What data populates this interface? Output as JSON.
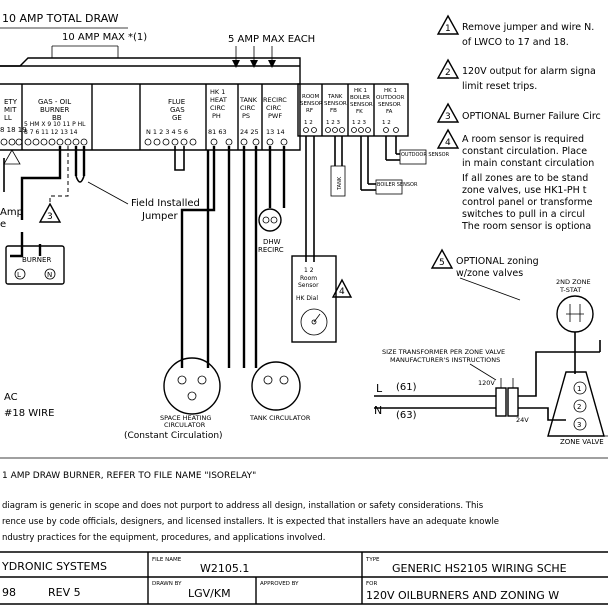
{
  "header": {
    "total_draw": "10 AMP TOTAL DRAW",
    "ten_amp_max": "10 AMP MAX",
    "note_ref": "*(1)",
    "five_amp_max": "5 AMP MAX EACH"
  },
  "modules": {
    "safety": {
      "l1": "ETY",
      "l2": "MIT",
      "l3": "LL",
      "pins": "8 18 19"
    },
    "gas_oil": {
      "l1": "GAS - OIL",
      "l2": "BURNER",
      "l3": "BB",
      "pins": "5 HM X 9 10 11 P HL",
      "pins2": "8 7 6 11 12 13 14"
    },
    "flue": {
      "l1": "FLUE",
      "l2": "GAS",
      "l3": "GE",
      "pins": "N 1 2 3 4 5 6"
    },
    "hk1": {
      "l1": "HK 1",
      "l2": "HEAT",
      "l3": "CIRC",
      "l4": "PH",
      "pins": "81 63"
    },
    "tank": {
      "l1": "TANK",
      "l2": "CIRC",
      "l3": "PS",
      "pins": "24 25"
    },
    "recirc": {
      "l1": "RECIRC",
      "l2": "CIRC",
      "l3": "PWF",
      "pins": "13 14"
    },
    "room_sensor": {
      "l1": "ROOM",
      "l2": "SENSOR",
      "l3": "RF",
      "pins": "1 2"
    },
    "tank_sensor": {
      "l1": "TANK",
      "l2": "SENSOR",
      "l3": "FB",
      "pins": "1 2 3"
    },
    "boiler_sensor": {
      "l1": "HK 1",
      "l2": "BOILER",
      "l3": "SENSOR",
      "l4": "FK",
      "pins": "1 2 3"
    },
    "outdoor_sensor": {
      "l1": "HK 1",
      "l2": "OUTDOOR",
      "l3": "SENSOR",
      "l4": "FA",
      "pins": "1 2"
    }
  },
  "labels": {
    "tank_side": "TANK",
    "boiler_tag": "BOILER SENSOR",
    "outdoor_tag": "OUTDOOR SENSOR",
    "amp_l1": "Amp",
    "amp_l2": "e",
    "field_jumper_l1": "Field Installed",
    "field_jumper_l2": "Jumper",
    "burner": "BURNER",
    "burner_l": "L",
    "burner_n": "N",
    "dhw_l1": "DHW",
    "dhw_l2": "RECIRC",
    "room_sensor_pins": "1 2",
    "room_sensor_l1": "Room",
    "room_sensor_l2": "Sensor",
    "hk_dial": "HK Dial",
    "space_heating_l1": "SPACE HEATING",
    "space_heating_l2": "CIRCULATOR",
    "constant_circ": "(Constant Circulation)",
    "tank_circ": "TANK CIRCULATOR",
    "ac": "AC",
    "wire": "#18 WIRE",
    "size_transformer_l1": "SIZE TRANSFORMER PER ZONE VALVE",
    "size_transformer_l2": "MANUFACTURER'S INSTRUCTIONS",
    "line_l": "L",
    "line_l_num": "(61)",
    "line_n": "N",
    "line_n_num": "(63)",
    "v120": "120V",
    "v24": "24V",
    "tstat_l1": "2ND ZONE",
    "tstat_l2": "T-STAT",
    "zone_valve": "ZONE VALVE",
    "zv_1": "1",
    "zv_2": "2",
    "zv_3": "3"
  },
  "notes": [
    {
      "num": "1",
      "lines": [
        "Remove jumper and wire N.",
        "of LWCO to 17 and 18."
      ]
    },
    {
      "num": "2",
      "lines": [
        "120V output for alarm signa",
        "limit reset trips."
      ]
    },
    {
      "num": "3",
      "lines": [
        "OPTIONAL Burner Failure Circ"
      ]
    },
    {
      "num": "4",
      "lines": [
        "A room sensor is required",
        "constant circulation.  Place",
        "in main constant circulation",
        "If all zones are to be stand",
        "zone valves, use HK1-PH t",
        "control panel or transforme",
        "switches to pull in a circul",
        "The room sensor is optiona"
      ]
    },
    {
      "num": "5",
      "lines": [
        "OPTIONAL zoning",
        "w/zone valves"
      ]
    }
  ],
  "markers": {
    "m1": "1",
    "m2": "2",
    "m3": "3",
    "m4": "4",
    "m5": "5"
  },
  "footer": {
    "burner_note": "1 AMP DRAW BURNER, REFER TO FILE NAME \"ISORELAY\"",
    "disclaimer_1": "diagram is generic in scope and does not purport to address all design, installation or safety considerations.  This",
    "disclaimer_2": "rence use by code officials, designers, and licensed installers.  It is expected that installers have an adequate knowle",
    "disclaimer_3": "ndustry practices for the equipment, procedures, and applications involved.",
    "company": "YDRONIC SYSTEMS",
    "date": "98",
    "rev": "REV 5",
    "file_name_label": "FILE NAME",
    "file_name": "W2105.1",
    "drawn_by_label": "DRAWN BY",
    "drawn_by": "LGV/KM",
    "approved_by_label": "APPROVED BY",
    "type_label": "TYPE",
    "type_value": "GENERIC HS2105 WIRING SCHE",
    "for_label": "FOR",
    "for_value": "120V OILBURNERS AND ZONING W"
  }
}
